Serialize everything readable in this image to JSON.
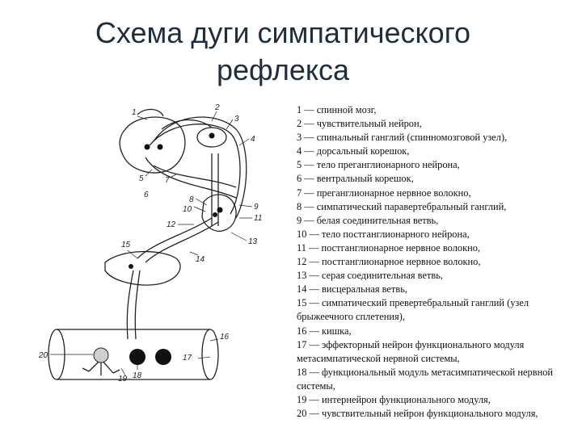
{
  "title": {
    "line1": "Схема дуги симпатического",
    "line2": "рефлекса"
  },
  "legend": [
    "1 — спинной мозг,",
    "2 — чувствительный нейрон,",
    "3 — спинальный ганглий (спинномозговой узел),",
    "4 — дорсальный корешок,",
    "5 — тело преганглионарного нейрона,",
    "6 — вентральный корешок,",
    "7 — преганглионарное нервное волокно,",
    "8 — симпатический паравертебральный ганглий,",
    "9 — белая соединительная ветвь,",
    "10 — тело постганглионарного нейрона,",
    "11 — постганглионарное нервное волокно,",
    "12 — постганглионарное нервное волокно,",
    "13 — серая соединительная ветвь,",
    "14 — висцеральная ветвь,",
    "15 — симпатический превертебральный ганглий (узел брыжеечного сплетения),",
    "16 — кишка,",
    "17 — эффекторный нейрон функционального модуля метасимпатической нервной системы,",
    "18 — функциональный модуль метасимпатической нервной системы,",
    "19 — интернейрон функционального модуля,",
    "20 — чувствительный нейрон функционального модуля,"
  ],
  "diagram_labels": {
    "n1": "1",
    "n2": "2",
    "n3": "3",
    "n4": "4",
    "n5": "5",
    "n6": "6",
    "n7": "7",
    "n8": "8",
    "n9": "9",
    "n10": "10",
    "n11": "11",
    "n12": "12",
    "n13": "13",
    "n14": "14",
    "n15": "15",
    "n16": "16",
    "n17": "17",
    "n18": "18",
    "n19": "19",
    "n20": "20"
  }
}
